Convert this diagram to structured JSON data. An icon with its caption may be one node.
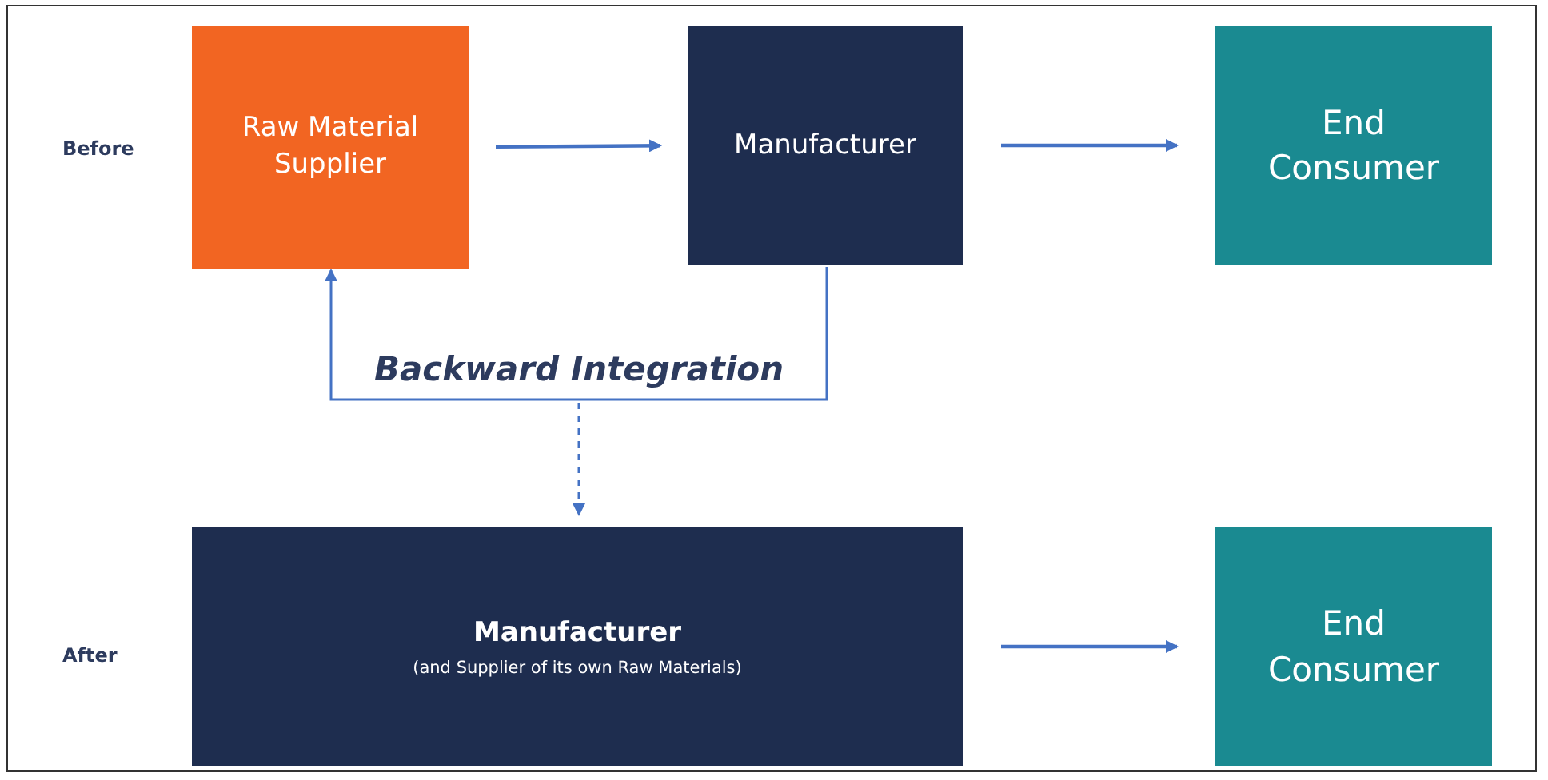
{
  "diagram": {
    "nodes": [
      {
        "text": [
          "Raw Material Supplier"
        ]
      },
      {
        "text": [
          "Manufacturer"
        ]
      },
      {
        "text": [
          "End Consumer"
        ]
      },
      {
        "text": [
          "Manufacturer",
          "(and Supplier of its own Raw Materials)"
        ]
      },
      {
        "text": [
          "End Consumer"
        ]
      }
    ],
    "edges": [
      {
        "from": 0,
        "to": 1,
        "arrow": "to"
      },
      {
        "from": 1,
        "to": 2,
        "arrow": "to"
      },
      {
        "from": 1,
        "to": 0,
        "arrow": "to",
        "label": "Backward Integration"
      },
      {
        "from": null,
        "to": 3,
        "arrow": "to",
        "style": "dashed"
      },
      {
        "from": 3,
        "to": 4,
        "arrow": "to"
      }
    ],
    "labels": [
      "Before",
      "After"
    ]
  }
}
